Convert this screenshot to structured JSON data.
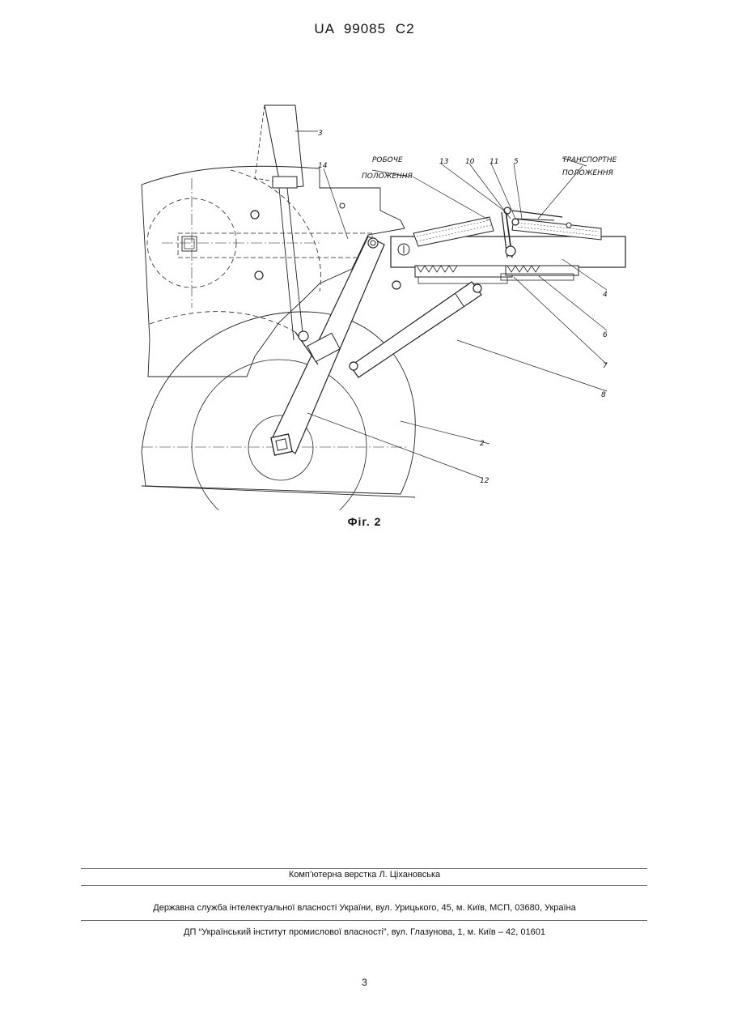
{
  "header": {
    "patent_id": "UA   99085   C2"
  },
  "figure": {
    "caption": "Фіг. 2",
    "labels": {
      "robochie": "РОБОЧЕ",
      "polozhennia1": "ПОЛОЖЕННЯ",
      "transportne": "ТРАНСПОРТНЕ",
      "polozhennia2": "ПОЛОЖЕННЯ",
      "n2": "2",
      "n3": "3",
      "n4": "4",
      "n5": "5",
      "n6": "6",
      "n7": "7",
      "n8": "8",
      "n10": "10",
      "n11": "11",
      "n12": "12",
      "n13": "13",
      "n14": "14"
    }
  },
  "footer": {
    "typesetting": "Комп’ютерна верстка Л. Ціхановська",
    "agency": "Державна служба інтелектуальної власності України, вул. Урицького, 45, м. Київ, МСП, 03680, Україна",
    "institute": "ДП “Український інститут промислової власності”, вул. Глазунова, 1, м. Київ – 42, 01601"
  },
  "page": {
    "number": "3"
  }
}
